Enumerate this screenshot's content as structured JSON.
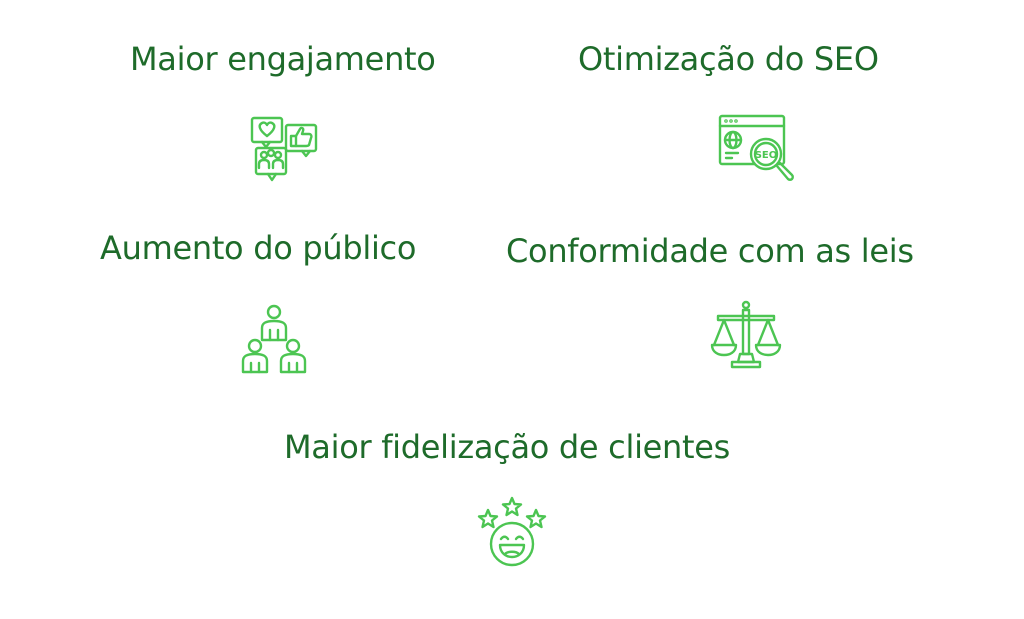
{
  "benefits": [
    {
      "label": "Maior engajamento",
      "icon": "social-engagement-icon"
    },
    {
      "label": "Otimização do SEO",
      "icon": "seo-search-icon"
    },
    {
      "label": "Aumento do público",
      "icon": "audience-group-icon"
    },
    {
      "label": "Conformidade com as leis",
      "icon": "scales-of-justice-icon"
    },
    {
      "label": "Maior fidelização de clientes",
      "icon": "happy-face-stars-icon"
    }
  ],
  "seo_icon_text": "SEO",
  "colors": {
    "title": "#1e6b2a",
    "icon": "#4cc552",
    "background": "#ffffff"
  }
}
